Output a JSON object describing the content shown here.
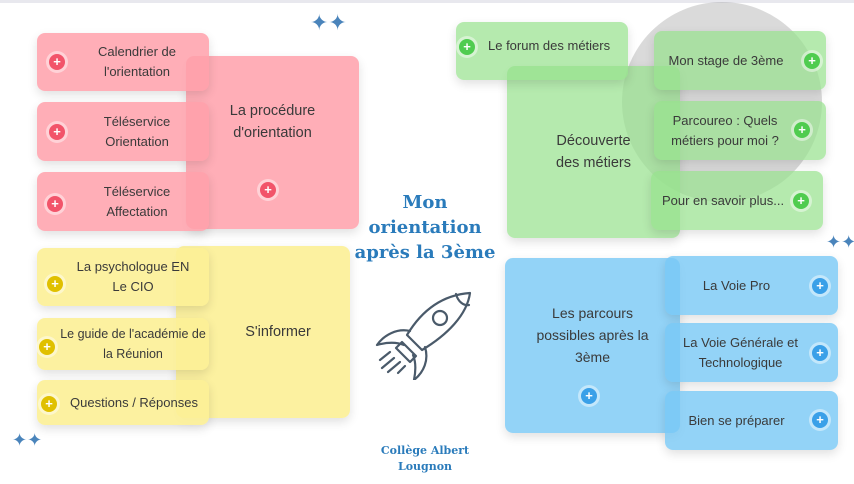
{
  "title": "Mon orientation après la 3ème",
  "title_lines": [
    "Mon",
    "orientation",
    "après la 3ème"
  ],
  "college": [
    "Collège Albert",
    "Lougnon"
  ],
  "pink": {
    "main": "La procédure d'orientation",
    "items": [
      "Calendrier de l'orientation",
      "Téléservice Orientation",
      "Téléservice Affectation"
    ]
  },
  "yellow": {
    "main": "S'informer",
    "items": [
      "La psychologue EN Le CIO",
      "Le guide de l'académie de la Réunion",
      "Questions / Réponses"
    ]
  },
  "green": {
    "main": "Découverte des métiers",
    "forum": "Le forum des métiers",
    "items": [
      "Mon stage de 3ème",
      "Parcoureo : Quels métiers pour moi ?",
      "Pour en savoir plus..."
    ]
  },
  "blue": {
    "main": "Les parcours possibles après la 3ème",
    "items": [
      "La Voie Pro",
      "La Voie Générale et Technologique",
      "Bien se préparer"
    ]
  },
  "plus_symbol": "+",
  "colors": {
    "pink": "#ffa0aa",
    "yellow": "#fcf096",
    "green": "#96e18c",
    "blue": "#78c8f5",
    "title": "#2a7bbb"
  }
}
